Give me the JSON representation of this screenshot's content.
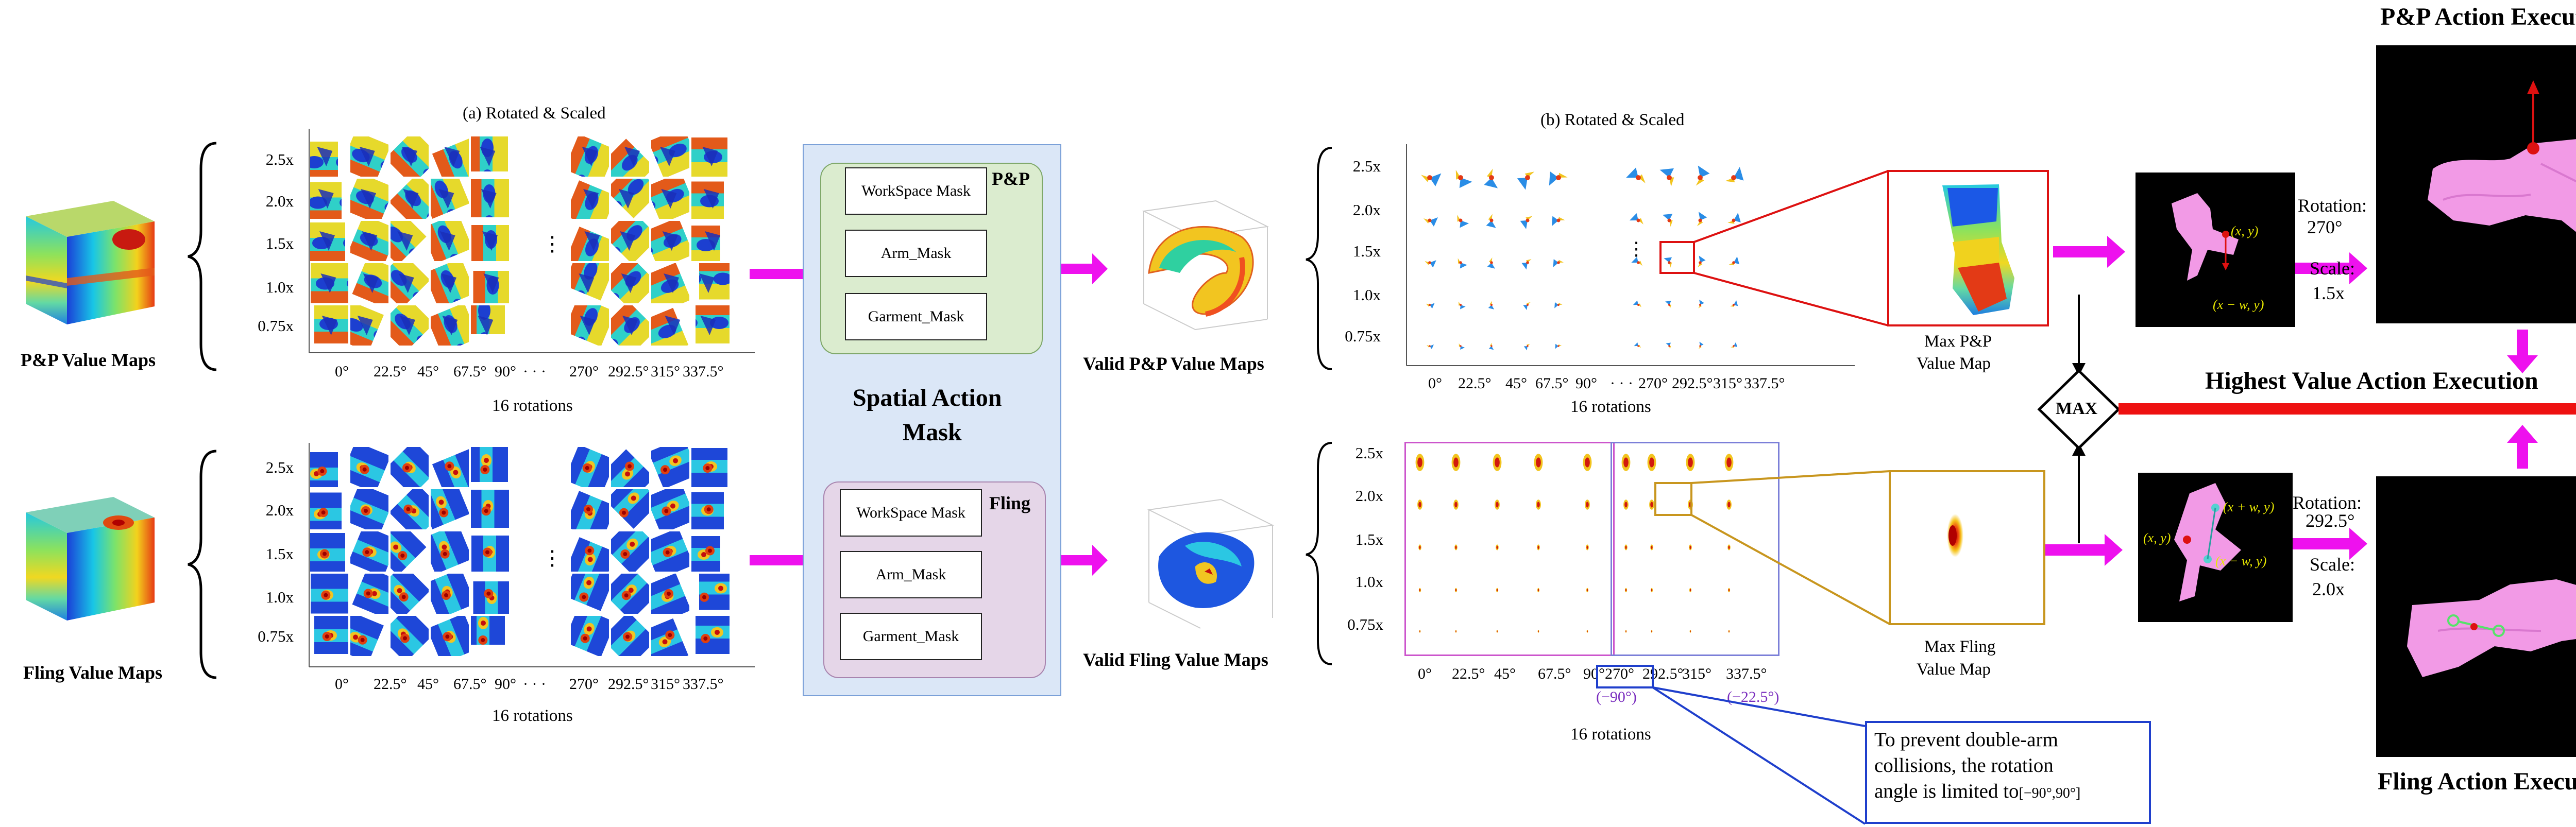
{
  "colors": {
    "magenta": "#ee11ee",
    "red": "#ee1111",
    "panel_blue": "#dbe7f7",
    "pp_green": "#dbeccf",
    "fling_purple": "#e5d6e8",
    "scene_bg": "#000000",
    "garment": "#f29ae6",
    "annot_yellow": "#e8e800",
    "callout_blue": "#1f3fcc",
    "gold": "#c8961e",
    "purple_text": "#7b2fbf"
  },
  "top": {
    "title": "(a) Rotated & Scaled",
    "value_maps_label": "P&P Value Maps",
    "scales": [
      "2.5x",
      "2.0x",
      "1.5x",
      "1.0x",
      "0.75x"
    ],
    "angles": [
      "0°",
      "22.5°",
      "45°",
      "67.5°",
      "90°",
      "· · ·",
      "270°",
      "292.5°",
      "315°",
      "337.5°"
    ],
    "rotations": "16 rotations",
    "ellipsis": "⋮"
  },
  "bottom": {
    "value_maps_label": "Fling Value Maps",
    "scales": [
      "2.5x",
      "2.0x",
      "1.5x",
      "1.0x",
      "0.75x"
    ],
    "angles": [
      "0°",
      "22.5°",
      "45°",
      "67.5°",
      "90°",
      "· · ·",
      "270°",
      "292.5°",
      "315°",
      "337.5°"
    ],
    "rotations": "16 rotations",
    "ellipsis": "⋮"
  },
  "mask": {
    "title_line1": "Spatial Action",
    "title_line2": "Mask",
    "pp_tag": "P&P",
    "fling_tag": "Fling",
    "items": [
      "WorkSpace Mask",
      "Arm_Mask",
      "Garment_Mask"
    ]
  },
  "valid": {
    "pp": "Valid P&P Value Maps",
    "fling": "Valid Fling Value Maps"
  },
  "right_top": {
    "title": "(b) Rotated & Scaled",
    "scales": [
      "2.5x",
      "2.0x",
      "1.5x",
      "1.0x",
      "0.75x"
    ],
    "angles": [
      "0°",
      "22.5°",
      "45°",
      "67.5°",
      "90°",
      "· · ·",
      "270°",
      "292.5°",
      "315°",
      "337.5°"
    ],
    "rotations": "16 rotations",
    "max_label_1": "Max P&P",
    "max_label_2": "Value Map"
  },
  "right_bottom": {
    "scales": [
      "2.5x",
      "2.0x",
      "1.5x",
      "1.0x",
      "0.75x"
    ],
    "angles": [
      "0°",
      "22.5°",
      "45°",
      "67.5°",
      "90°",
      "270°",
      "292.5°",
      "315°",
      "337.5°"
    ],
    "neg90": "(−90°)",
    "neg22": "(−22.5°)",
    "rotations": "16 rotations",
    "max_label_1": "Max Fling",
    "max_label_2": "Value Map"
  },
  "callout": {
    "line1": "To prevent double-arm",
    "line2": "collisions, the rotation",
    "line3": "angle is limited to",
    "range": "[−90°,90°]"
  },
  "max_node": "MAX",
  "highest": "Highest Value Action Execution",
  "pp_exec": {
    "title": "P&P Action Execution",
    "rotation_label": "Rotation:",
    "rotation_value": "270°",
    "scale_label": "Scale:",
    "scale_value": "1.5x",
    "xy": "(x, y)",
    "xwy": "(x − w, y)"
  },
  "fling_exec": {
    "title": "Fling Action Execution",
    "rotation_label": "Rotation:",
    "rotation_value": "292.5°",
    "scale_label": "Scale:",
    "scale_value": "2.0x",
    "xy": "(x, y)",
    "xpwy": "(x + w, y)",
    "xmwy": "(x − w, y)"
  }
}
